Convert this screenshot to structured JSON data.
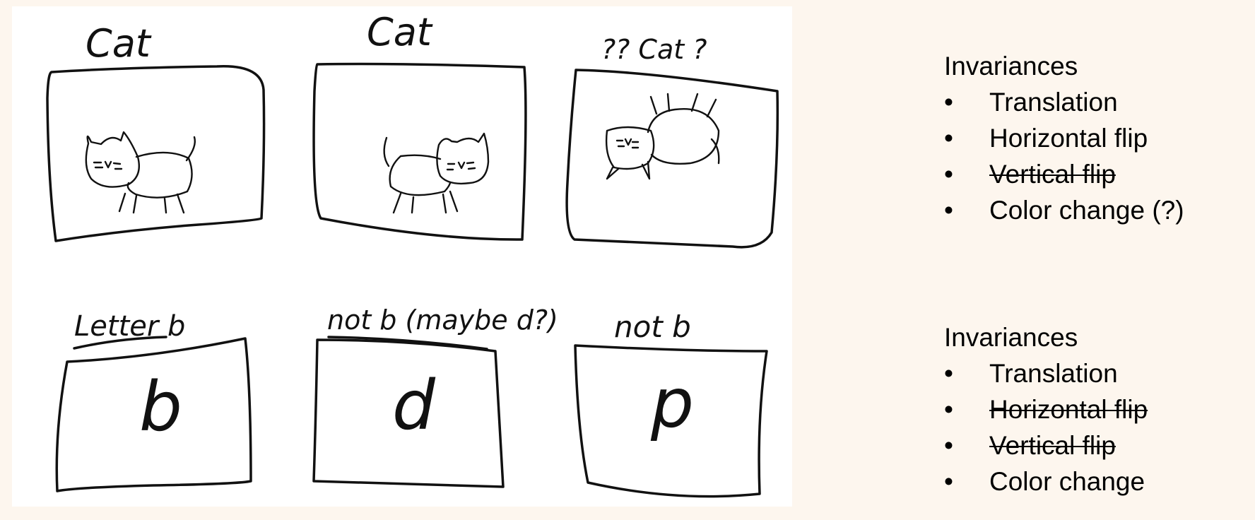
{
  "sketch": {
    "top_row": {
      "labels": [
        "Cat",
        "Cat",
        "?? Cat ?"
      ]
    },
    "bottom_row": {
      "labels": [
        "Letter b",
        "not b (maybe d?)",
        "not b"
      ],
      "letters": [
        "b",
        "d",
        "p"
      ]
    }
  },
  "lists": [
    {
      "heading": "Invariances",
      "items": [
        {
          "label": "Translation",
          "struck": false
        },
        {
          "label": "Horizontal flip",
          "struck": false
        },
        {
          "label": "Vertical flip",
          "struck": true
        },
        {
          "label": "Color change (?)",
          "struck": false
        }
      ]
    },
    {
      "heading": "Invariances",
      "items": [
        {
          "label": "Translation",
          "struck": false
        },
        {
          "label": "Horizontal flip",
          "struck": true
        },
        {
          "label": "Vertical flip",
          "struck": true
        },
        {
          "label": "Color change",
          "struck": false
        }
      ]
    }
  ],
  "bullet_glyph": "•"
}
